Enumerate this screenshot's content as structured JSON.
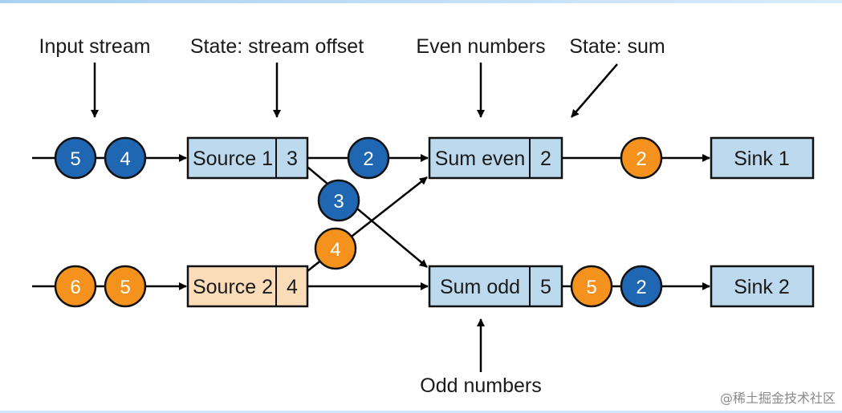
{
  "labels": {
    "input_stream": "Input stream",
    "state_stream_offset": "State: stream offset",
    "even_numbers": "Even numbers",
    "state_sum": "State: sum",
    "odd_numbers": "Odd numbers"
  },
  "nodes": {
    "source1": {
      "name": "Source 1",
      "state": "3"
    },
    "source2": {
      "name": "Source 2",
      "state": "4"
    },
    "sum_even": {
      "name": "Sum even",
      "state": "2"
    },
    "sum_odd": {
      "name": "Sum odd",
      "state": "5"
    },
    "sink1": {
      "name": "Sink 1"
    },
    "sink2": {
      "name": "Sink 2"
    }
  },
  "events": {
    "input1_a": "5",
    "input1_b": "4",
    "input2_a": "6",
    "input2_b": "5",
    "src1_to_even": "2",
    "src1_to_odd": "3",
    "src2_to_even": "4",
    "even_to_sink1": "2",
    "odd_to_sink2_a": "5",
    "odd_to_sink2_b": "2"
  },
  "watermark": "@稀土掘金技术社区",
  "colors": {
    "blue_event": "#1f66b3",
    "orange_event": "#f5921e",
    "blue_box": "#bcd9ee",
    "orange_box": "#fbdcb8"
  }
}
